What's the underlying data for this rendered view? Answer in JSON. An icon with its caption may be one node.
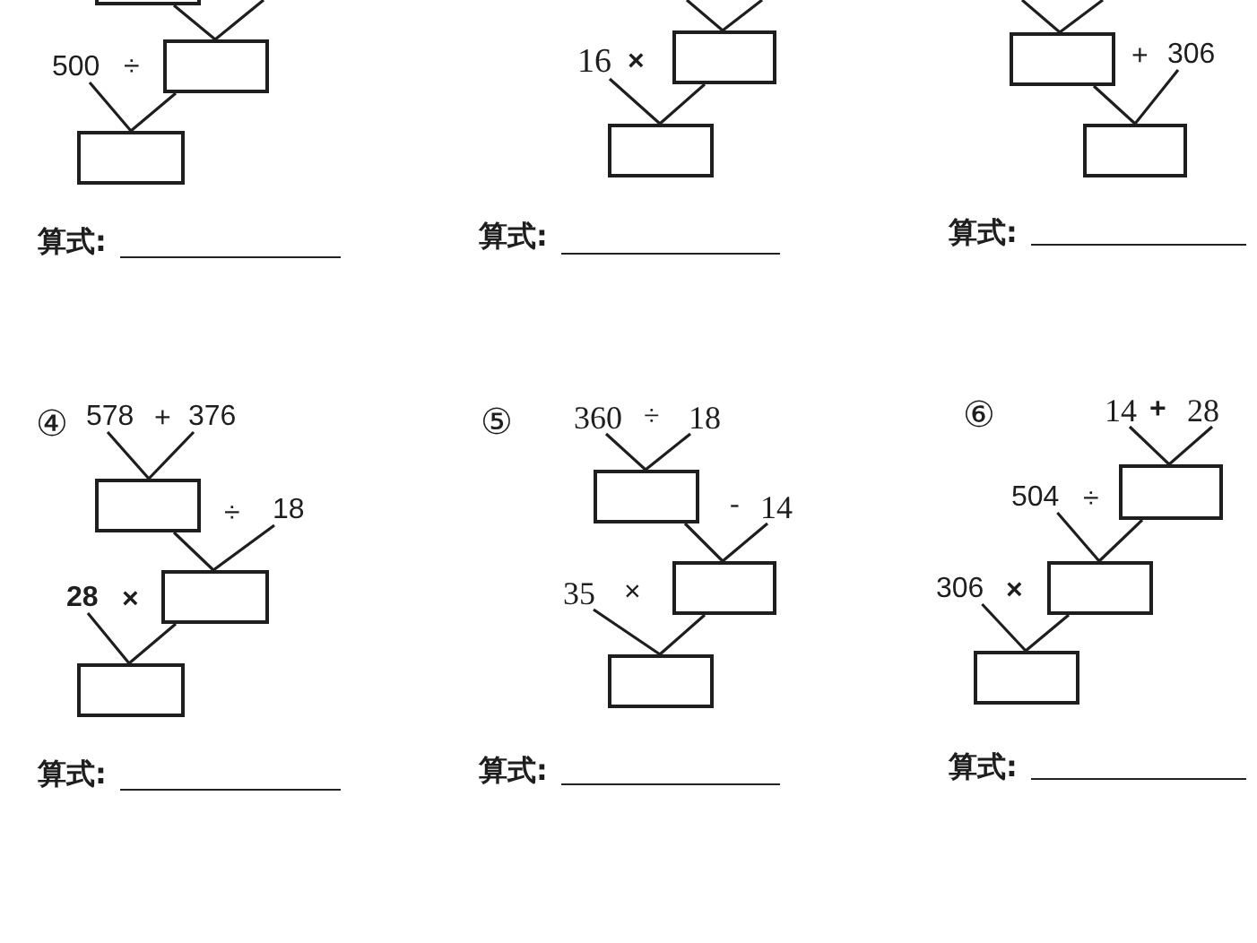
{
  "diagram": {
    "nodes": [
      {
        "text": [],
        "shape": "box"
      },
      {
        "text": [],
        "shape": "box"
      },
      {
        "text": [
          "500"
        ]
      },
      {
        "text": [],
        "shape": "box"
      },
      {
        "text": [],
        "shape": "box"
      },
      {
        "text": [
          "16"
        ]
      },
      {
        "text": [],
        "shape": "box"
      },
      {
        "text": [],
        "shape": "box"
      },
      {
        "text": [
          "306"
        ]
      },
      {
        "text": [],
        "shape": "box"
      },
      {
        "text": [
          "578"
        ]
      },
      {
        "text": [
          "376"
        ]
      },
      {
        "text": [],
        "shape": "box"
      },
      {
        "text": [
          "18"
        ]
      },
      {
        "text": [],
        "shape": "box"
      },
      {
        "text": [
          "28"
        ]
      },
      {
        "text": [],
        "shape": "box"
      },
      {
        "text": [
          "360"
        ]
      },
      {
        "text": [
          "18"
        ]
      },
      {
        "text": [],
        "shape": "box"
      },
      {
        "text": [
          "14"
        ]
      },
      {
        "text": [],
        "shape": "box"
      },
      {
        "text": [
          "35"
        ]
      },
      {
        "text": [],
        "shape": "box"
      },
      {
        "text": [
          "14"
        ]
      },
      {
        "text": [
          "28"
        ]
      },
      {
        "text": [],
        "shape": "box"
      },
      {
        "text": [
          "504"
        ]
      },
      {
        "text": [],
        "shape": "box"
      },
      {
        "text": [
          "306"
        ]
      },
      {
        "text": [],
        "shape": "box"
      }
    ],
    "edges": [
      {
        "from": 0,
        "to": 1,
        "arrow": "none"
      },
      {
        "from": null,
        "to": 1,
        "arrow": "none"
      },
      {
        "from": 2,
        "to": 3,
        "arrow": "none"
      },
      {
        "from": 1,
        "to": 3,
        "arrow": "none"
      },
      {
        "from": null,
        "to": 4,
        "arrow": "none"
      },
      {
        "from": null,
        "to": 4,
        "arrow": "none"
      },
      {
        "from": 5,
        "to": 6,
        "arrow": "none"
      },
      {
        "from": 4,
        "to": 6,
        "arrow": "none"
      },
      {
        "from": null,
        "to": 7,
        "arrow": "none"
      },
      {
        "from": null,
        "to": 7,
        "arrow": "none"
      },
      {
        "from": 7,
        "to": 9,
        "arrow": "none"
      },
      {
        "from": 8,
        "to": 9,
        "arrow": "none"
      },
      {
        "from": 10,
        "to": 12,
        "arrow": "none"
      },
      {
        "from": 11,
        "to": 12,
        "arrow": "none"
      },
      {
        "from": 12,
        "to": 14,
        "arrow": "none"
      },
      {
        "from": 13,
        "to": 14,
        "arrow": "none"
      },
      {
        "from": 15,
        "to": 16,
        "arrow": "none"
      },
      {
        "from": 14,
        "to": 16,
        "arrow": "none"
      },
      {
        "from": 17,
        "to": 19,
        "arrow": "none"
      },
      {
        "from": 18,
        "to": 19,
        "arrow": "none"
      },
      {
        "from": 19,
        "to": 21,
        "arrow": "none"
      },
      {
        "from": 20,
        "to": 21,
        "arrow": "none"
      },
      {
        "from": 22,
        "to": 23,
        "arrow": "none"
      },
      {
        "from": 21,
        "to": 23,
        "arrow": "none"
      },
      {
        "from": 24,
        "to": 26,
        "arrow": "none"
      },
      {
        "from": 25,
        "to": 26,
        "arrow": "none"
      },
      {
        "from": 27,
        "to": 28,
        "arrow": "none"
      },
      {
        "from": 26,
        "to": 28,
        "arrow": "none"
      },
      {
        "from": 29,
        "to": 30,
        "arrow": "none"
      },
      {
        "from": 28,
        "to": 30,
        "arrow": "none"
      }
    ],
    "labels": [
      "÷",
      "×",
      "+",
      "算式:",
      "算式:",
      "算式:",
      "④",
      "+",
      "⑤",
      "÷",
      "⑥",
      "+",
      "÷",
      "-",
      "÷",
      "×",
      "×",
      "×",
      "算式:",
      "算式:",
      "算式:"
    ]
  }
}
